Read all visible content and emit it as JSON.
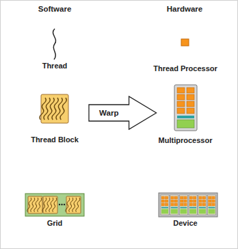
{
  "diagram": {
    "nodes": [
      {
        "text": [
          "Thread"
        ]
      },
      {
        "text": [
          "Thread Processor"
        ]
      },
      {
        "text": [
          "Thread Block"
        ]
      },
      {
        "text": [
          "Multiprocessor"
        ]
      },
      {
        "text": [
          "Grid"
        ]
      },
      {
        "text": [
          "Device"
        ]
      }
    ],
    "edges": [
      {
        "from": 2,
        "to": 3,
        "label": "Warp",
        "arrow": "to"
      }
    ],
    "labels": [
      "Software",
      "Hardware"
    ]
  }
}
